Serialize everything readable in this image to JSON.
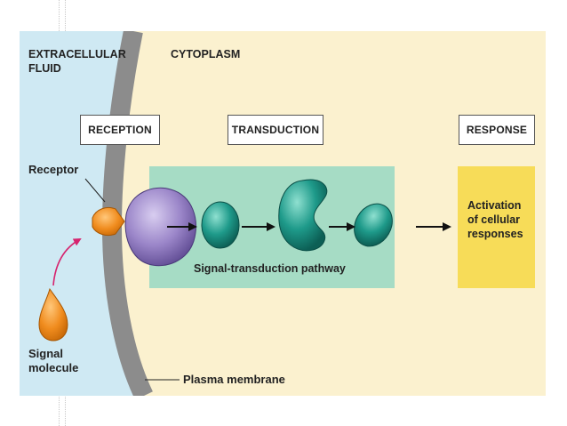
{
  "regions": {
    "extracellular_line1": "EXTRACELLULAR",
    "extracellular_line2": "FLUID",
    "cytoplasm": "CYTOPLASM"
  },
  "stages": {
    "reception": "RECEPTION",
    "transduction": "TRANSDUCTION",
    "response": "RESPONSE"
  },
  "labels": {
    "receptor": "Receptor",
    "signal_molecule_line1": "Signal",
    "signal_molecule_line2": "molecule",
    "pathway": "Signal-transduction pathway",
    "plasma_membrane": "Plasma membrane",
    "response_line1": "Activation",
    "response_line2": "of cellular",
    "response_line3": "responses"
  },
  "colors": {
    "extracellular": "#cfe9f3",
    "cytoplasm": "#fbf1cf",
    "membrane": "#8c8c8c",
    "transduction_box": "#a6dcc5",
    "response_box": "#f7dc58",
    "receptor": "#9b86c9",
    "signal_molecule": "#f08c1e",
    "relay_protein": "#1e9a8a"
  }
}
